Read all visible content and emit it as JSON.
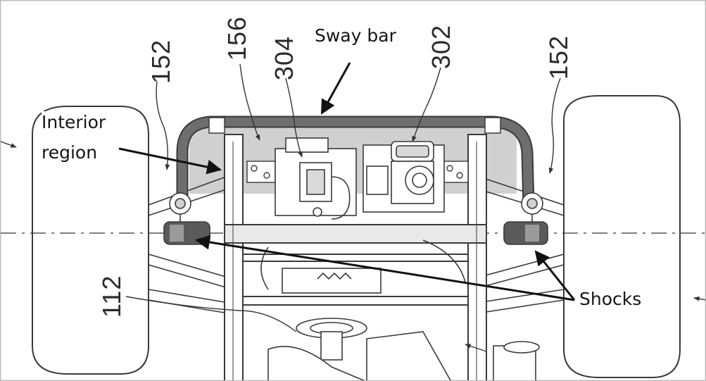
{
  "annotations": {
    "sway_bar": "Sway bar",
    "interior_region_line1": "Interior",
    "interior_region_line2": "region",
    "shocks": "Shocks"
  },
  "reference_numerals": {
    "left_wheel_ref": "152",
    "right_wheel_ref": "152",
    "bracket_ref": "156",
    "center_ref": "304",
    "engine_ref": "302",
    "frame_ref": "112"
  },
  "colors": {
    "line_art": "#3a3a3a",
    "sway_bar": "#6e6e6e",
    "interior_region": "#c8c8c8",
    "annotation_arrow": "#111111",
    "centerline": "#555555"
  }
}
